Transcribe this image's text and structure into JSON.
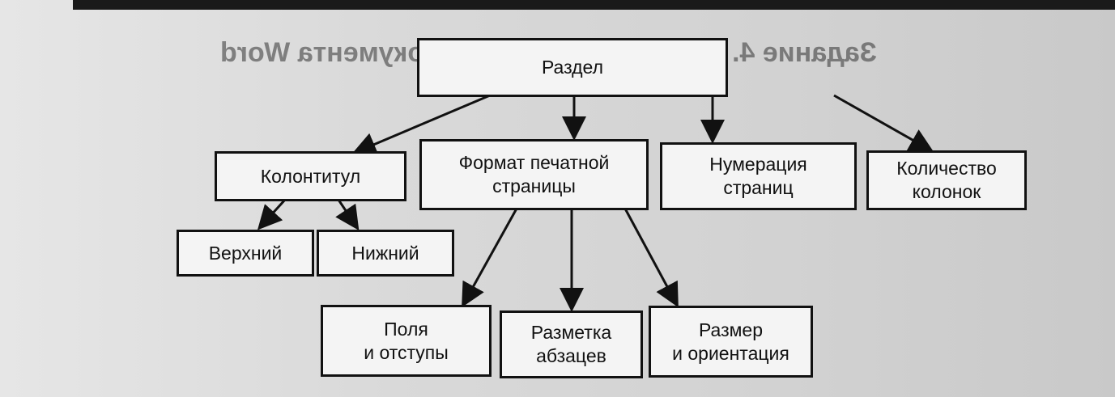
{
  "diagram": {
    "root": "Раздел",
    "level1": [
      "Колонтитул",
      "Формат печатной\nстраницы",
      "Нумерация\nстраниц",
      "Количество\nколонок"
    ],
    "header_children": [
      "Верхний",
      "Нижний"
    ],
    "format_children": [
      "Поля\nи отступы",
      "Разметка\nабзацев",
      "Размер\nи ориентация"
    ]
  }
}
